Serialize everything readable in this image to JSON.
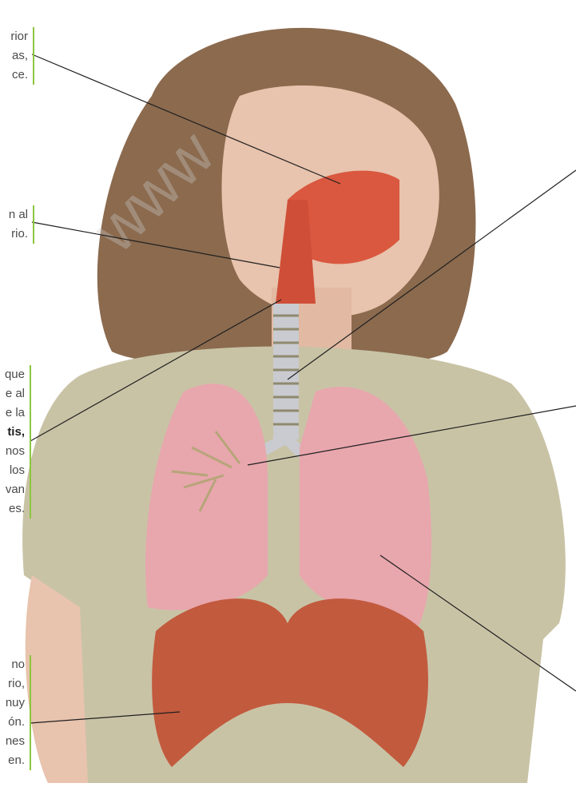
{
  "labels": {
    "nasal": {
      "lines": [
        "rior",
        "as,",
        "ce."
      ]
    },
    "pharynx": {
      "lines": [
        "n al",
        "rio."
      ]
    },
    "larynx": {
      "lines": [
        "que",
        "e al",
        "e la",
        "tis,",
        "nos",
        "los",
        "van",
        "es."
      ],
      "bold_line_index": 3
    },
    "diaphragm": {
      "lines": [
        "no",
        "rio,",
        "nuy",
        "ón.",
        "nes",
        "en."
      ]
    }
  },
  "watermark_text": "www",
  "colors": {
    "accent_green": "#8cc63f",
    "text_gray": "#4a4a4a",
    "shirt": "#c9c3a6",
    "hair": "#8b6a4e",
    "skin": "#e8c3ad",
    "airway": "#d9583f",
    "lung": "#e8a6ad",
    "diaphragm": "#c25a3e",
    "trachea_rings": "#c9cbd0"
  }
}
